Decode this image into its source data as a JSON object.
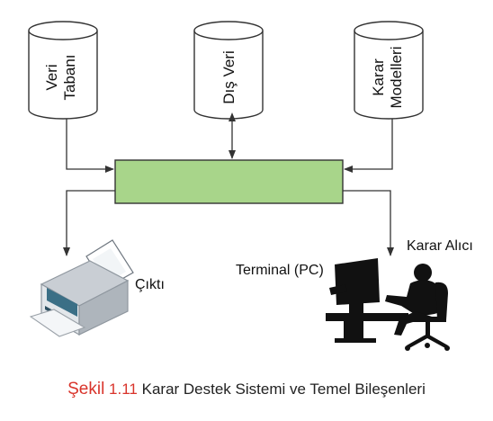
{
  "colors": {
    "cylinder_fill": "#ffffff",
    "cylinder_stroke": "#333333",
    "dss_box_fill": "#a8d58a",
    "dss_box_stroke": "#333333",
    "arrow": "#333333",
    "silhouette": "#111111",
    "printer_body": "#e2e6ea",
    "printer_accent": "#3b6f86",
    "caption_accent": "#d9342b"
  },
  "cylinders": {
    "database": {
      "line1": "Veri",
      "line2": "Tabanı"
    },
    "external_data": {
      "line1": "Dış Veri"
    },
    "decision_models": {
      "line1": "Karar",
      "line2": "Modelleri"
    }
  },
  "outputs": {
    "printer_label": "Çıktı",
    "terminal_label": "Terminal (PC)",
    "decision_maker_label": "Karar Alıcı",
    "printer_icon": "printer-icon",
    "terminal_icon": "computer-user-icon"
  },
  "caption": {
    "figure_word": "Şekil",
    "figure_number": "1.11",
    "text": "Karar Destek Sistemi ve Temel Bileşenleri"
  }
}
